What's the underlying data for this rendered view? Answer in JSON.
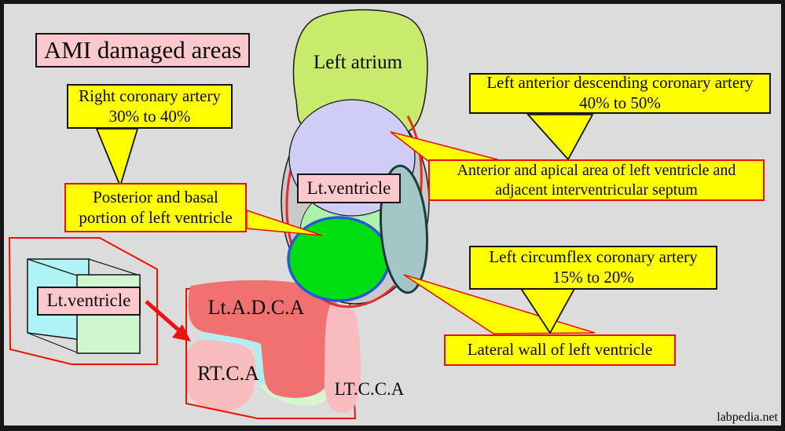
{
  "title": "AMI damaged areas",
  "watermark": "labpedia.net",
  "heart": {
    "atrium_label": "Left atrium",
    "ventricle_label": "Lt.ventricle"
  },
  "inset": {
    "ventricle_label": "Lt.ventricle"
  },
  "territories": {
    "ladca_label": "Lt.A.D.C.A",
    "rtca_label": "RT.C.A",
    "ltcca_label": "LT.C.C.A"
  },
  "callouts": {
    "rca": {
      "line1": "Right coronary artery",
      "line2": "30% to 40%"
    },
    "lad": {
      "line1": "Left anterior descending coronary artery",
      "line2": "40% to 50%"
    },
    "lcx": {
      "line1": "Left circumflex coronary artery",
      "line2": "15% to 20%"
    },
    "anterior": {
      "line1": "Anterior and apical area of left ventricle and",
      "line2": "adjacent interventricular septum"
    },
    "posterior": {
      "line1": "Posterior and basal",
      "line2": "portion of left ventricle"
    },
    "lateral": {
      "line1": "Lateral wall of left ventricle"
    }
  },
  "colors": {
    "background": "#dcdcdc",
    "frame": "#161616",
    "callout_yellow": "#ffff00",
    "label_pink": "#fbc9cd",
    "red_accent": "#ee1100",
    "atrium_green": "#c8ea6d",
    "lavender": "#cfcdf5",
    "pale_green_ring": "#abf3ab",
    "posterior_green": "#00dd11",
    "posterior_border_blue": "#2a57d8",
    "lateral_teal": "#a3c7c7",
    "heart_gray": "#c9c9c9",
    "artery_red": "#e32b2b",
    "ladca_salmon": "#f17070",
    "territory_pink": "#f9bcbe",
    "sliver_cyan": "#b0eef4",
    "sliver_green": "#d8f5d2"
  }
}
